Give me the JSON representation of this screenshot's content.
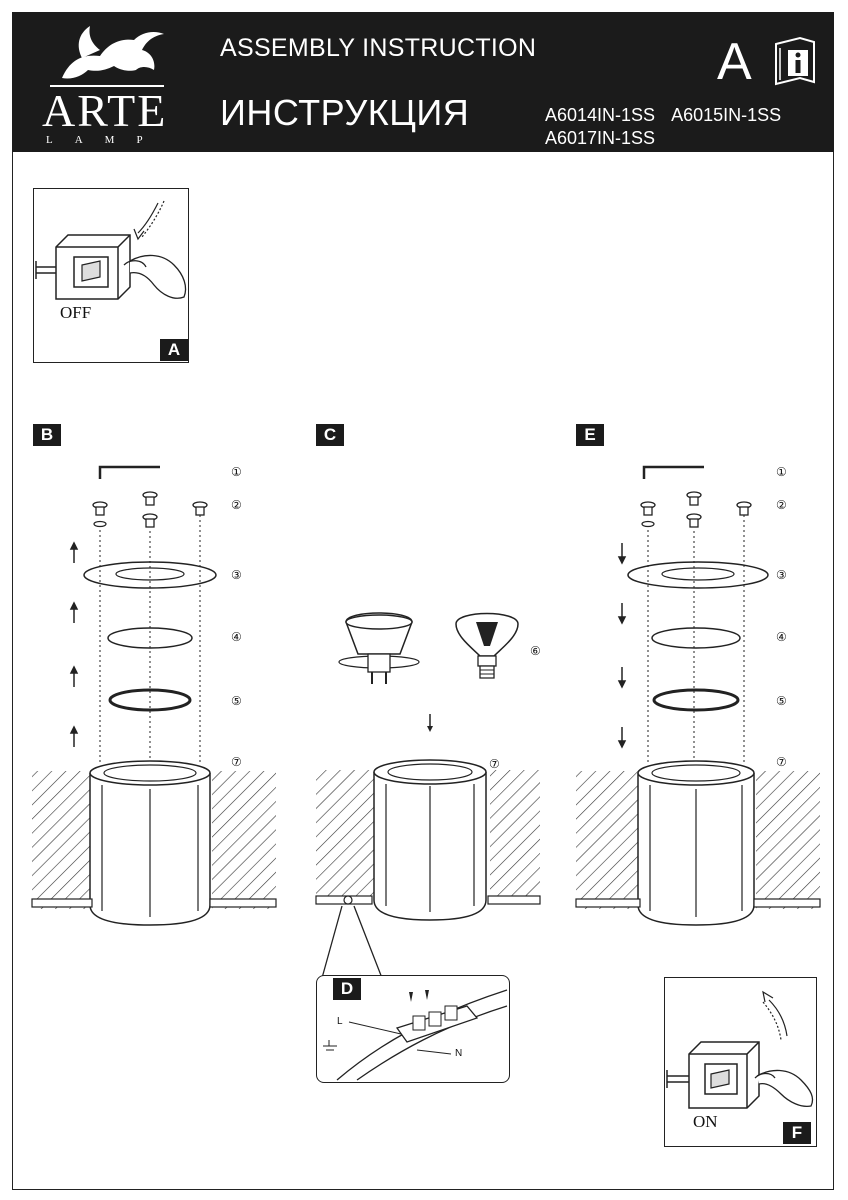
{
  "header": {
    "brand": "ARTE",
    "brand_sub": "LAMP",
    "title_en": "ASSEMBLY INSTRUCTION",
    "title_ru": "ИНСТРУКЦИЯ",
    "models": [
      "A6014IN-1SS",
      "A6015IN-1SS",
      "A6017IN-1SS"
    ],
    "page_letter": "A",
    "info_icon": "manual-info-icon"
  },
  "steps": {
    "a": {
      "tag": "A",
      "label": "OFF"
    },
    "b": {
      "tag": "B"
    },
    "c": {
      "tag": "C"
    },
    "d": {
      "tag": "D",
      "wire_l": "L",
      "wire_n": "N"
    },
    "e": {
      "tag": "E"
    },
    "f": {
      "tag": "F",
      "label": "ON"
    }
  },
  "part_numbers": {
    "p1": "①",
    "p2": "②",
    "p3": "③",
    "p4": "④",
    "p5": "⑤",
    "p6": "⑥",
    "p7": "⑦"
  }
}
